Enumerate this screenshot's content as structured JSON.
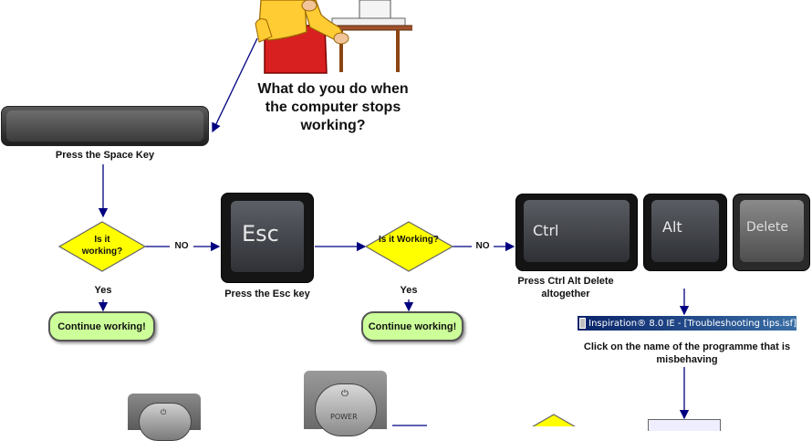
{
  "question": {
    "title": "What do you do when the computer stops working?"
  },
  "steps": {
    "space": {
      "caption": "Press the Space Key"
    },
    "esc": {
      "key": "Esc",
      "caption": "Press the Esc key"
    },
    "ctrl_alt_delete": {
      "keys": [
        "Ctrl",
        "Alt",
        "Delete"
      ],
      "caption": "Press Ctrl Alt Delete altogether"
    },
    "programme": {
      "window_title": "Inspiration® 8.0 IE - [Troubleshooting tips.isf]",
      "caption": "Click on the name of the programme that is misbehaving"
    },
    "power": {
      "key": "POWER"
    }
  },
  "decisions": [
    {
      "text": "Is it working?",
      "no": "NO",
      "yes": "Yes",
      "result": "Continue working!"
    },
    {
      "text": "Is it Working?",
      "no": "NO",
      "yes": "Yes",
      "result": "Continue working!"
    }
  ],
  "colors": {
    "decision_fill": "#ffff00",
    "result_fill": "#ccff99",
    "arrow": "#000080"
  }
}
